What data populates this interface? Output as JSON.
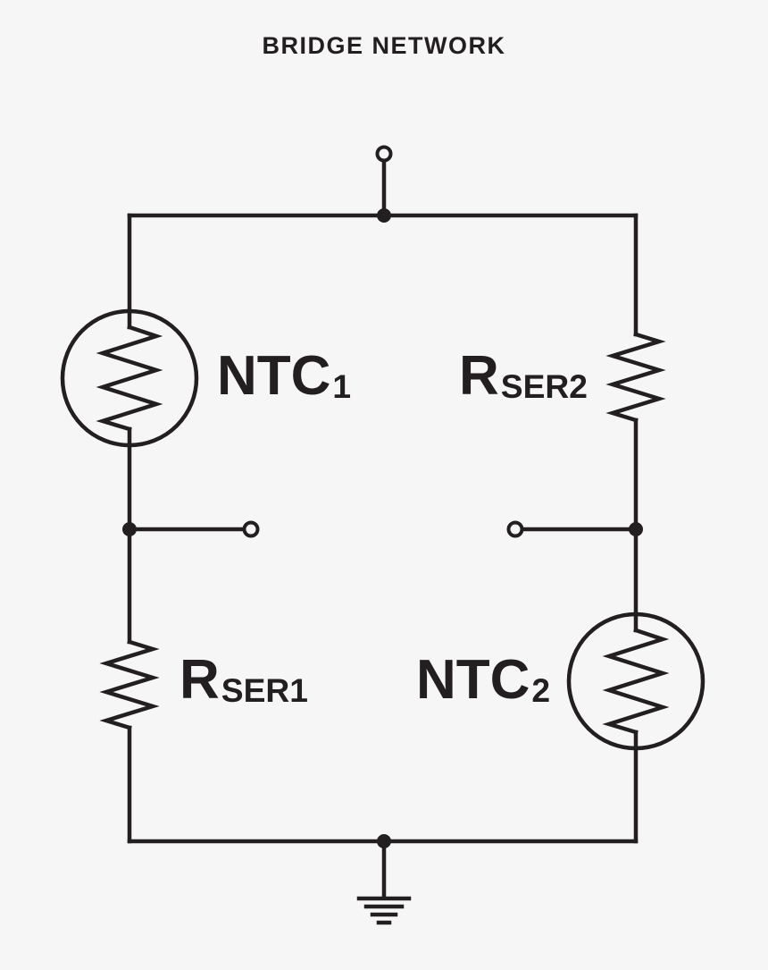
{
  "title": "BRIDGE NETWORK",
  "colors": {
    "ink": "#231f20",
    "background": "#f7f6f6"
  },
  "components": {
    "ntc1": {
      "base": "NTC",
      "sub": "1"
    },
    "rser2": {
      "base": "R",
      "sub": "SER2"
    },
    "rser1": {
      "base": "R",
      "sub": "SER1"
    },
    "ntc2": {
      "base": "NTC",
      "sub": "2"
    }
  }
}
